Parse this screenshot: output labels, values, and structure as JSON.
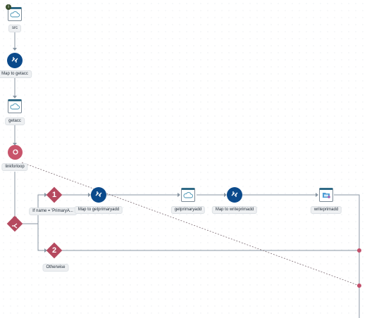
{
  "nodes": {
    "src": {
      "label": "src"
    },
    "map_to_getacc": {
      "label": "Map to getacc"
    },
    "getacc": {
      "label": "getacc"
    },
    "linkforloop": {
      "label": "linkforloop"
    },
    "branch1": {
      "number": "1",
      "condition": "If name = 'PrimaryA..."
    },
    "map_to_getprimaryadd": {
      "label": "Map to getprimaryadd"
    },
    "getprimaryadd": {
      "label": "getprimaryadd"
    },
    "map_to_writeprimadd": {
      "label": "Map to writeprimadd"
    },
    "writeprimadd": {
      "label": "writeprimadd"
    },
    "branch2": {
      "number": "2",
      "label": "Otherwise"
    }
  },
  "icons": {
    "status": "info-icon",
    "cloud": "cloud-icon",
    "map": "mapper-icon",
    "loop": "loop-icon",
    "switch": "switch-icon",
    "write": "folder-write-icon"
  },
  "colors": {
    "map_node": "#0b4a8b",
    "loop_node": "#c8546b",
    "switch_node": "#b5495f",
    "edge": "#8896a3",
    "dashed_edge": "#7c6a72"
  }
}
